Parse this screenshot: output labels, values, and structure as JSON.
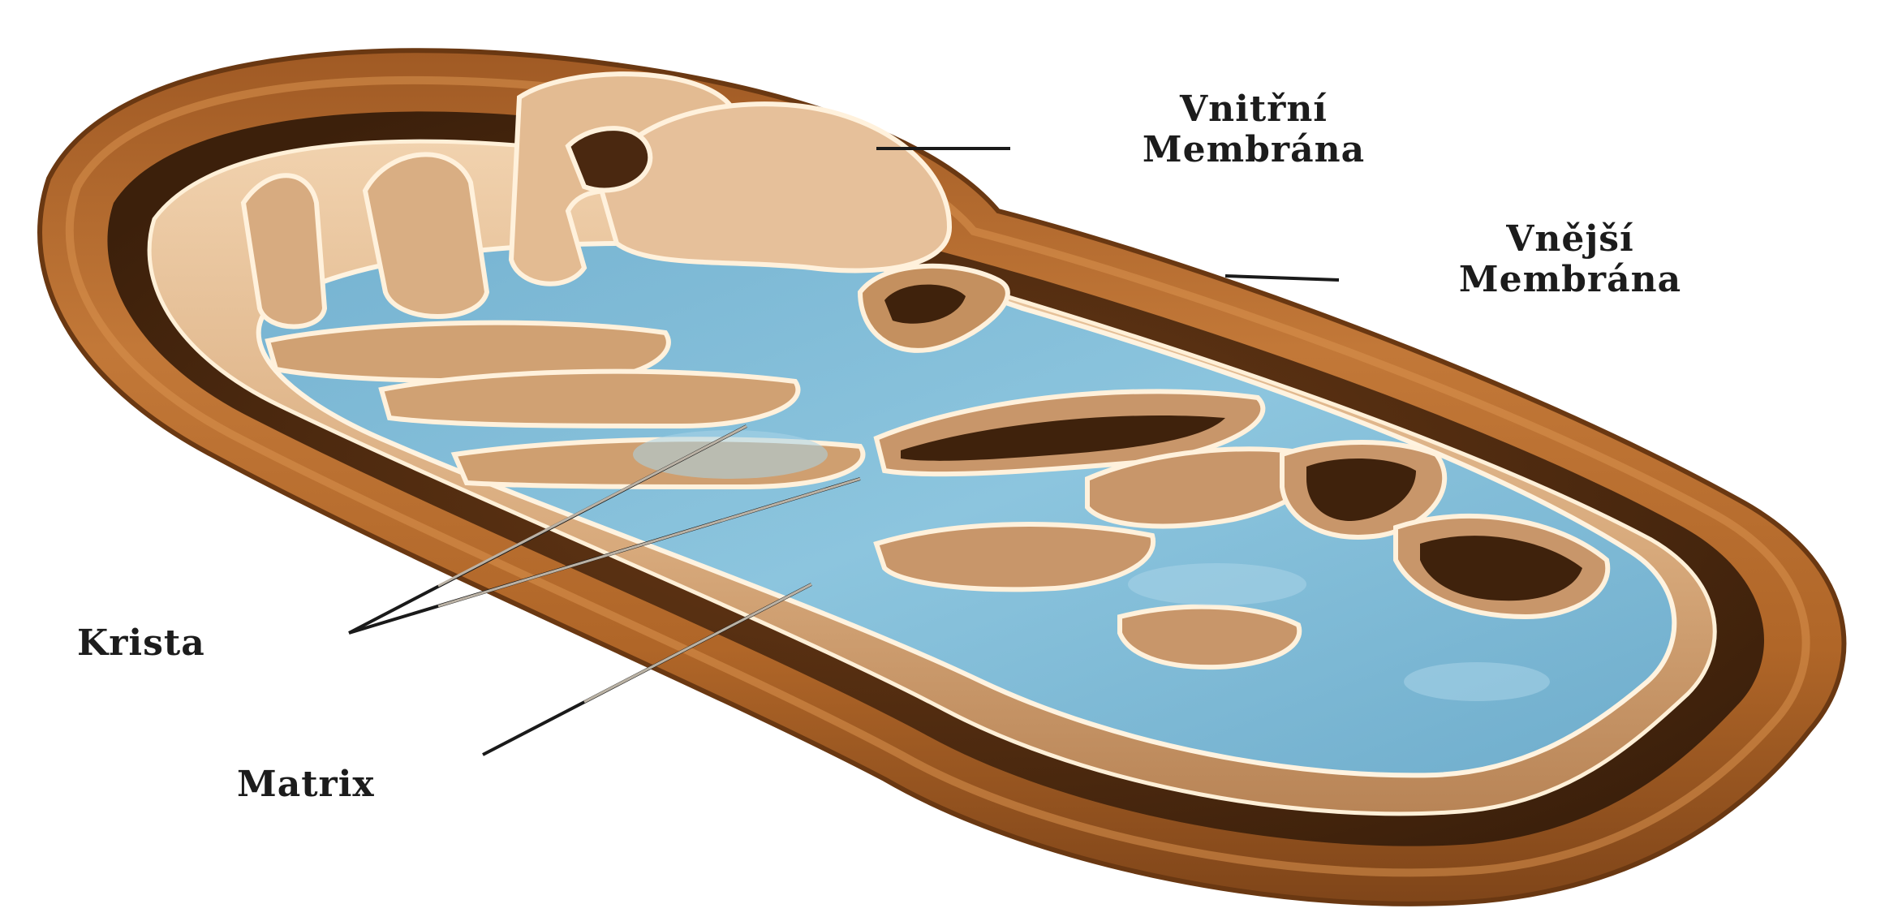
{
  "diagram": {
    "subject": "mitochondrion-cross-section",
    "colors": {
      "outer_membrane": "#b56a2c",
      "outer_membrane_dark": "#7a4318",
      "intermembrane_shadow": "#4a2810",
      "inner_membrane": "#e9c6a0",
      "inner_membrane_edge": "#fff1dc",
      "matrix": "#7fbad6",
      "matrix_light": "#a9d4e8",
      "leader_line": "#1a1a1a"
    },
    "labels": {
      "inner_membrane": [
        "Vnitřní",
        "Membrána"
      ],
      "outer_membrane": [
        "Vnější",
        "Membrána"
      ],
      "crista": "Krista",
      "matrix": "Matrix"
    }
  }
}
